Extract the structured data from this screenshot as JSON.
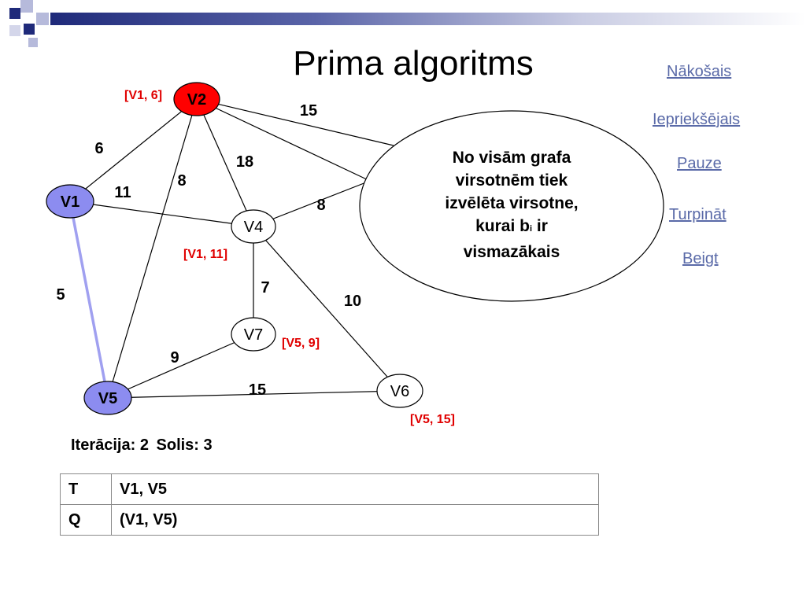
{
  "title": "Prima algoritms",
  "nav": {
    "next": "Nākošais",
    "prev": "Iepriekšējais",
    "pause": "Pauze ",
    "resume": "Turpināt ",
    "end": "Beigt"
  },
  "nodes": {
    "V1": "V1",
    "V2": "V2",
    "V4": "V4",
    "V5": "V5",
    "V6": "V6",
    "V7": "V7"
  },
  "weights": {
    "V1_V2": "6",
    "V1_V4": "11",
    "V1_V5": "5",
    "V2_V5": "8",
    "V2_V4": "18",
    "V2_right": "15",
    "V4_right": "8",
    "V4_V7": "7",
    "V4_V6": "10",
    "V7_V5": "9",
    "V5_V6": "15"
  },
  "tags": {
    "V2": "[V1, 6]",
    "V4": "[V1, 11]",
    "V7": "[V5, 9]",
    "V6": "[V5, 15]"
  },
  "bubble": {
    "line1": "No visām grafa",
    "line2": "virsotnēm tiek",
    "line3": "izvēlēta virsotne,",
    "line4a": "kurai b",
    "line4sub": "i",
    "line4b": " ir",
    "line5": "vismazākais"
  },
  "status": {
    "iteration": "Iterācija: 2",
    "step": "Solis: 3"
  },
  "table": {
    "rows": [
      {
        "key": "T",
        "value": "V1, V5"
      },
      {
        "key": "Q",
        "value": "(V1, V5)"
      }
    ]
  },
  "colors": {
    "selected_node": "#8c8cf0",
    "current_node": "#ff0000",
    "tree_edge": "#a0a0f0",
    "tag_text": "#e00000",
    "link": "#5a6aa8",
    "header_dark": "#1f2a7a"
  }
}
